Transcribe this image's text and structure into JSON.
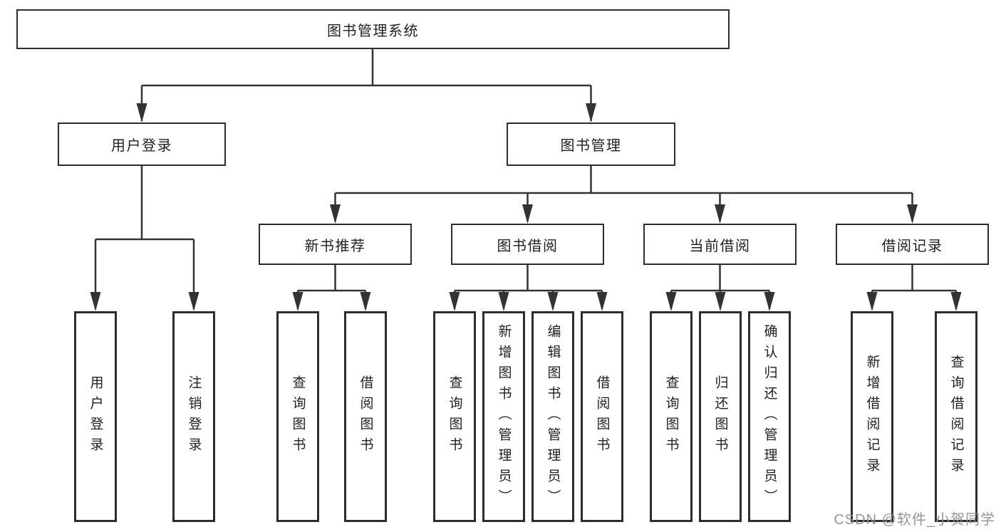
{
  "nodes": {
    "root": "图书管理系统",
    "level2": [
      "用户登录",
      "图书管理"
    ],
    "level3": [
      "新书推荐",
      "图书借阅",
      "当前借阅",
      "借阅记录"
    ],
    "leaves_user_login": [
      "用户登录",
      "注销登录"
    ],
    "leaves_new_book": [
      "查询图书",
      "借阅图书"
    ],
    "leaves_book_borrow": [
      "查询图书",
      "新增图书（管理员）",
      "编辑图书（管理员）",
      "借阅图书"
    ],
    "leaves_current_borrow": [
      "查询图书",
      "归还图书",
      "确认归还（管理员）"
    ],
    "leaves_borrow_records": [
      "新增借阅记录",
      "查询借阅记录"
    ]
  },
  "watermark": {
    "text": "CSDN @软件_小贺同学"
  },
  "colors": {
    "background": "#ffffff",
    "line": "#333333",
    "box_border": "#2d2d2d",
    "text": "#1f1f1f",
    "watermark": "#8f8f8f"
  }
}
